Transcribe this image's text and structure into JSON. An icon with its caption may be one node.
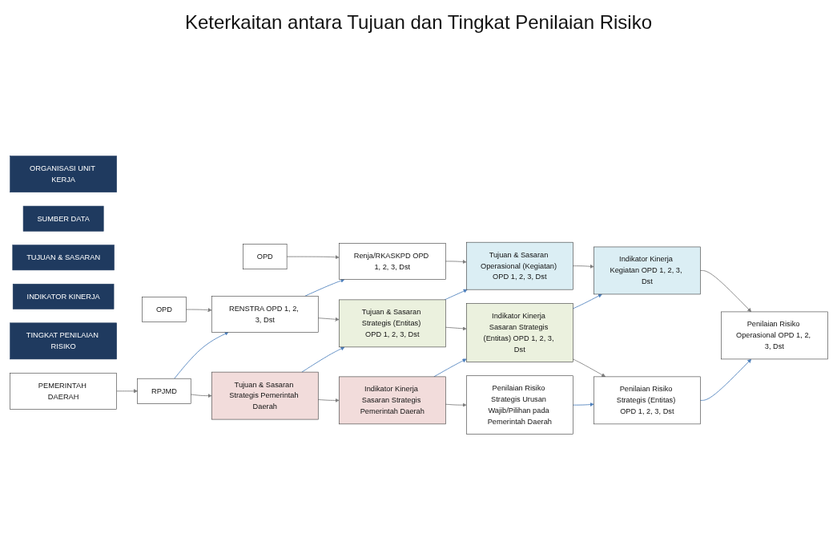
{
  "diagram": {
    "title": "Keterkaitan antara Tujuan dan Tingkat Penilaian Risiko",
    "nodes": [
      {
        "text": [
          "ORGANISASI UNIT KERJA"
        ]
      },
      {
        "text": [
          "SUMBER DATA"
        ]
      },
      {
        "text": [
          "TUJUAN & SASARAN"
        ]
      },
      {
        "text": [
          "INDIKATOR KINERJA"
        ]
      },
      {
        "text": [
          "TINGKAT PENILAIAN RISIKO"
        ]
      },
      {
        "text": [
          "PEMERINTAH DAERAH"
        ]
      },
      {
        "text": [
          "RPJMD"
        ]
      },
      {
        "text": [
          "Tujuan & Sasaran Strategis Pemerintah Daerah"
        ]
      },
      {
        "text": [
          "Indikator Kinerja Sasaran Strategis Pemerintah Daerah"
        ]
      },
      {
        "text": [
          "Penilaian Risiko Strategis Urusan Wajib/Pilihan pada Pemerintah Daerah"
        ]
      },
      {
        "text": [
          "OPD"
        ]
      },
      {
        "text": [
          "RENSTRA OPD 1, 2, 3, Dst"
        ]
      },
      {
        "text": [
          "Tujuan & Sasaran Strategis (Entitas) OPD 1, 2, 3, Dst"
        ]
      },
      {
        "text": [
          "Indikator Kinerja Sasaran Strategis (Entitas) OPD 1, 2, 3, Dst"
        ]
      },
      {
        "text": [
          "Penilaian Risiko Strategis (Entitas) OPD 1, 2, 3, Dst"
        ]
      },
      {
        "text": [
          "OPD"
        ]
      },
      {
        "text": [
          "Renja/RKASKPD OPD 1, 2, 3, Dst"
        ]
      },
      {
        "text": [
          "Tujuan & Sasaran Operasional (Kegiatan) OPD 1, 2, 3, Dst"
        ]
      },
      {
        "text": [
          "Indikator Kinerja Kegiatan OPD 1, 2, 3, Dst"
        ]
      },
      {
        "text": [
          "Penilaian Risiko Operasional OPD 1, 2, 3, Dst"
        ]
      }
    ],
    "edges": [
      {
        "from": 5,
        "to": 6,
        "arrow": "to"
      },
      {
        "from": 6,
        "to": 7,
        "arrow": "to"
      },
      {
        "from": 7,
        "to": 8,
        "arrow": "to"
      },
      {
        "from": 8,
        "to": 9,
        "arrow": "to"
      },
      {
        "from": 10,
        "to": 11,
        "arrow": "to"
      },
      {
        "from": 11,
        "to": 12,
        "arrow": "to"
      },
      {
        "from": 12,
        "to": 13,
        "arrow": "to"
      },
      {
        "from": 13,
        "to": 14,
        "arrow": "to"
      },
      {
        "from": 15,
        "to": 16,
        "arrow": "to"
      },
      {
        "from": 16,
        "to": 17,
        "arrow": "to"
      },
      {
        "from": 17,
        "to": 18,
        "arrow": "to"
      },
      {
        "from": 18,
        "to": 19,
        "arrow": "to"
      },
      {
        "from": 6,
        "to": 11,
        "arrow": "to",
        "color": "#4f81bd"
      },
      {
        "from": 11,
        "to": 16,
        "arrow": "to",
        "color": "#4f81bd"
      },
      {
        "from": 7,
        "to": 12,
        "arrow": "to",
        "color": "#4f81bd"
      },
      {
        "from": 12,
        "to": 17,
        "arrow": "to",
        "color": "#4f81bd"
      },
      {
        "from": 8,
        "to": 13,
        "arrow": "to",
        "color": "#4f81bd"
      },
      {
        "from": 13,
        "to": 18,
        "arrow": "to",
        "color": "#4f81bd"
      },
      {
        "from": 9,
        "to": 14,
        "arrow": "to",
        "color": "#4f81bd"
      },
      {
        "from": 14,
        "to": 19,
        "arrow": "to",
        "color": "#4f81bd"
      }
    ]
  }
}
